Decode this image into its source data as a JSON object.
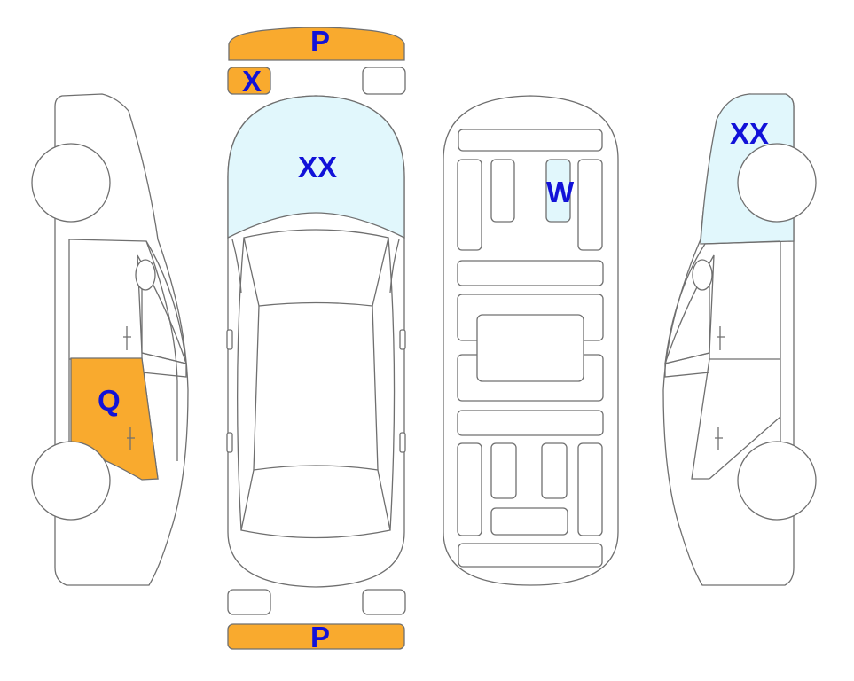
{
  "colors": {
    "damage": "#f9aa2e",
    "paint": "#e1f7fc",
    "label": "#1212d8",
    "outline": "#6f6f6f"
  },
  "labels": {
    "front_bumper": "P",
    "left_headlight": "X",
    "hood": "XX",
    "rear_left_door": "Q",
    "interior_rear_seat": "W",
    "right_rear_quarter": "XX",
    "rear_bumper": "P"
  }
}
